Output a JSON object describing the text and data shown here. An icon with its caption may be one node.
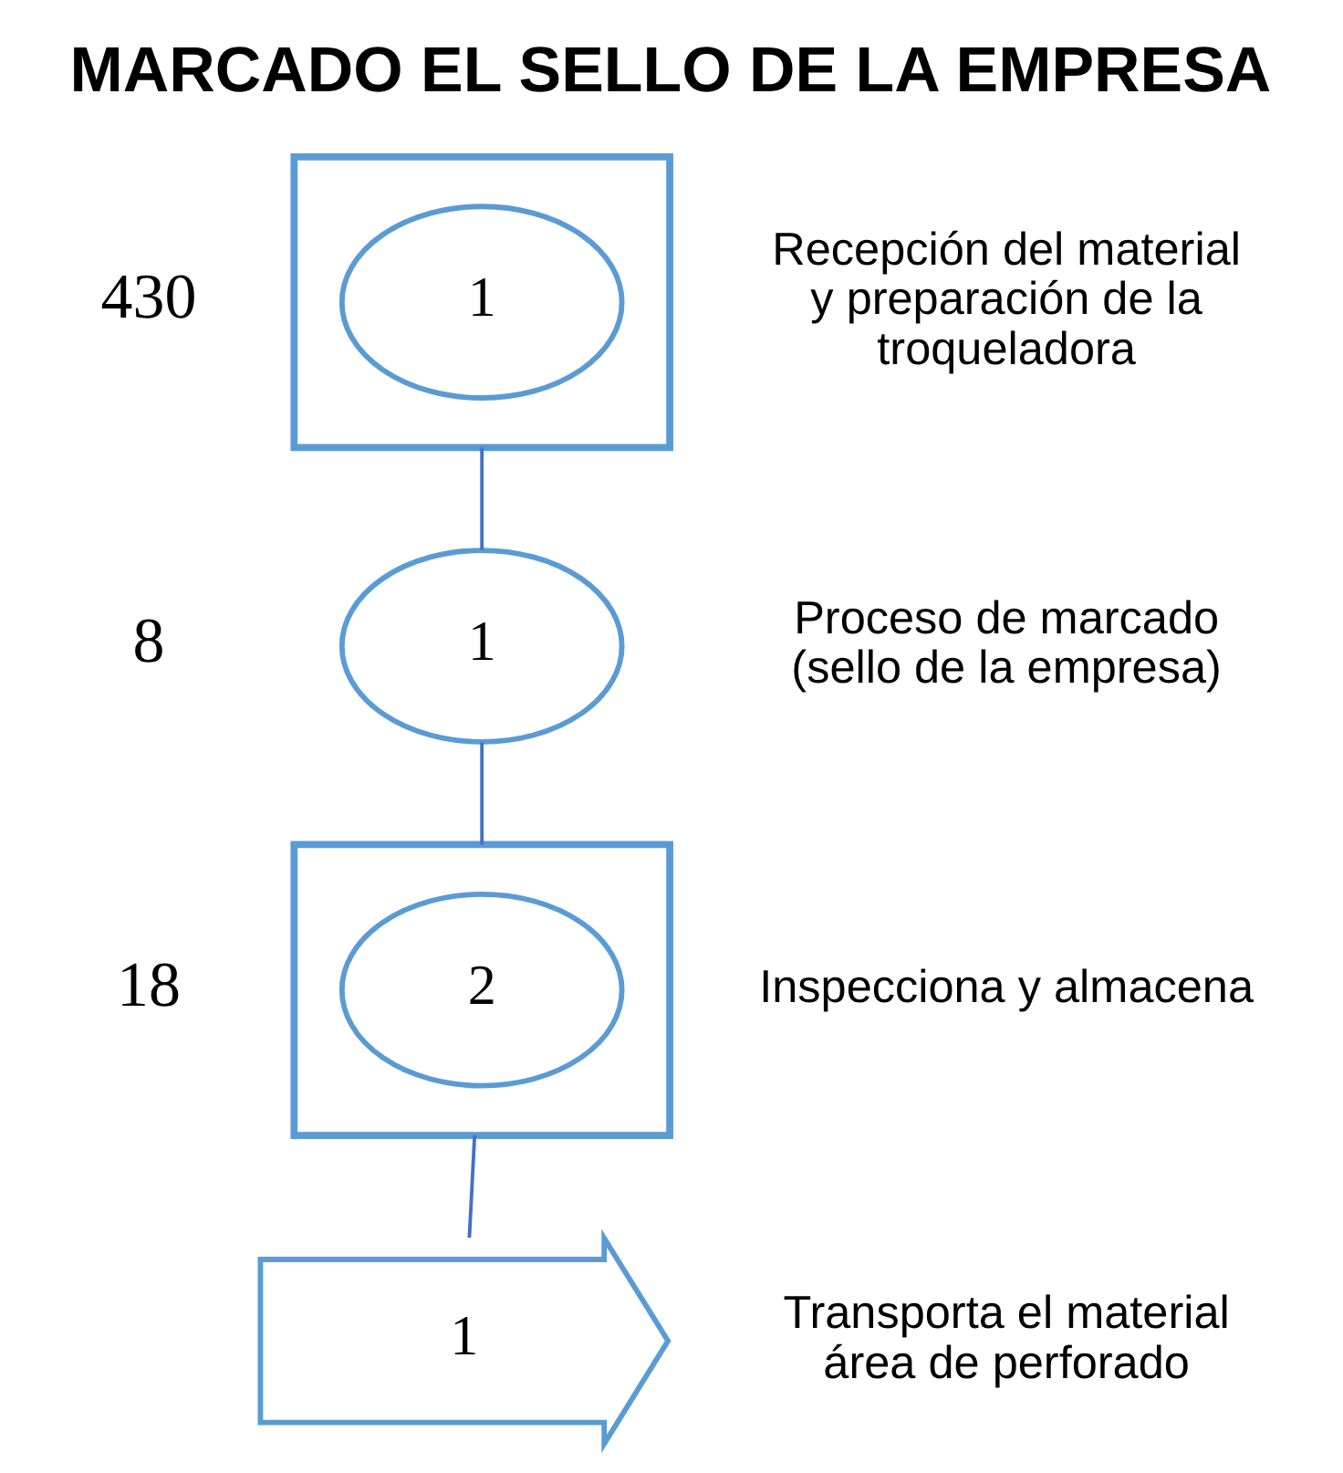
{
  "diagram": {
    "title": "MARCADO EL SELLO DE LA EMPRESA",
    "nodes": [
      {
        "text": [],
        "shape": "box"
      },
      {
        "text": [
          "1"
        ],
        "in": 0,
        "beside": [
          "430",
          "Recepción del material y preparación de la troqueladora"
        ]
      },
      {
        "text": [
          "1"
        ],
        "beside": [
          "8",
          "Proceso de marcado (sello de la empresa)"
        ]
      },
      {
        "text": [],
        "shape": "box"
      },
      {
        "text": [
          "2"
        ],
        "in": 3,
        "beside": [
          "18",
          "Inspecciona y almacena"
        ]
      },
      {
        "text": [
          "1"
        ],
        "beside": [
          "Transporta el material área de perforado"
        ]
      }
    ],
    "edges": [
      {
        "from": 0,
        "to": 2,
        "arrow": "none"
      },
      {
        "from": 2,
        "to": 3,
        "arrow": "none"
      },
      {
        "from": 3,
        "to": 5,
        "arrow": "none"
      }
    ]
  }
}
